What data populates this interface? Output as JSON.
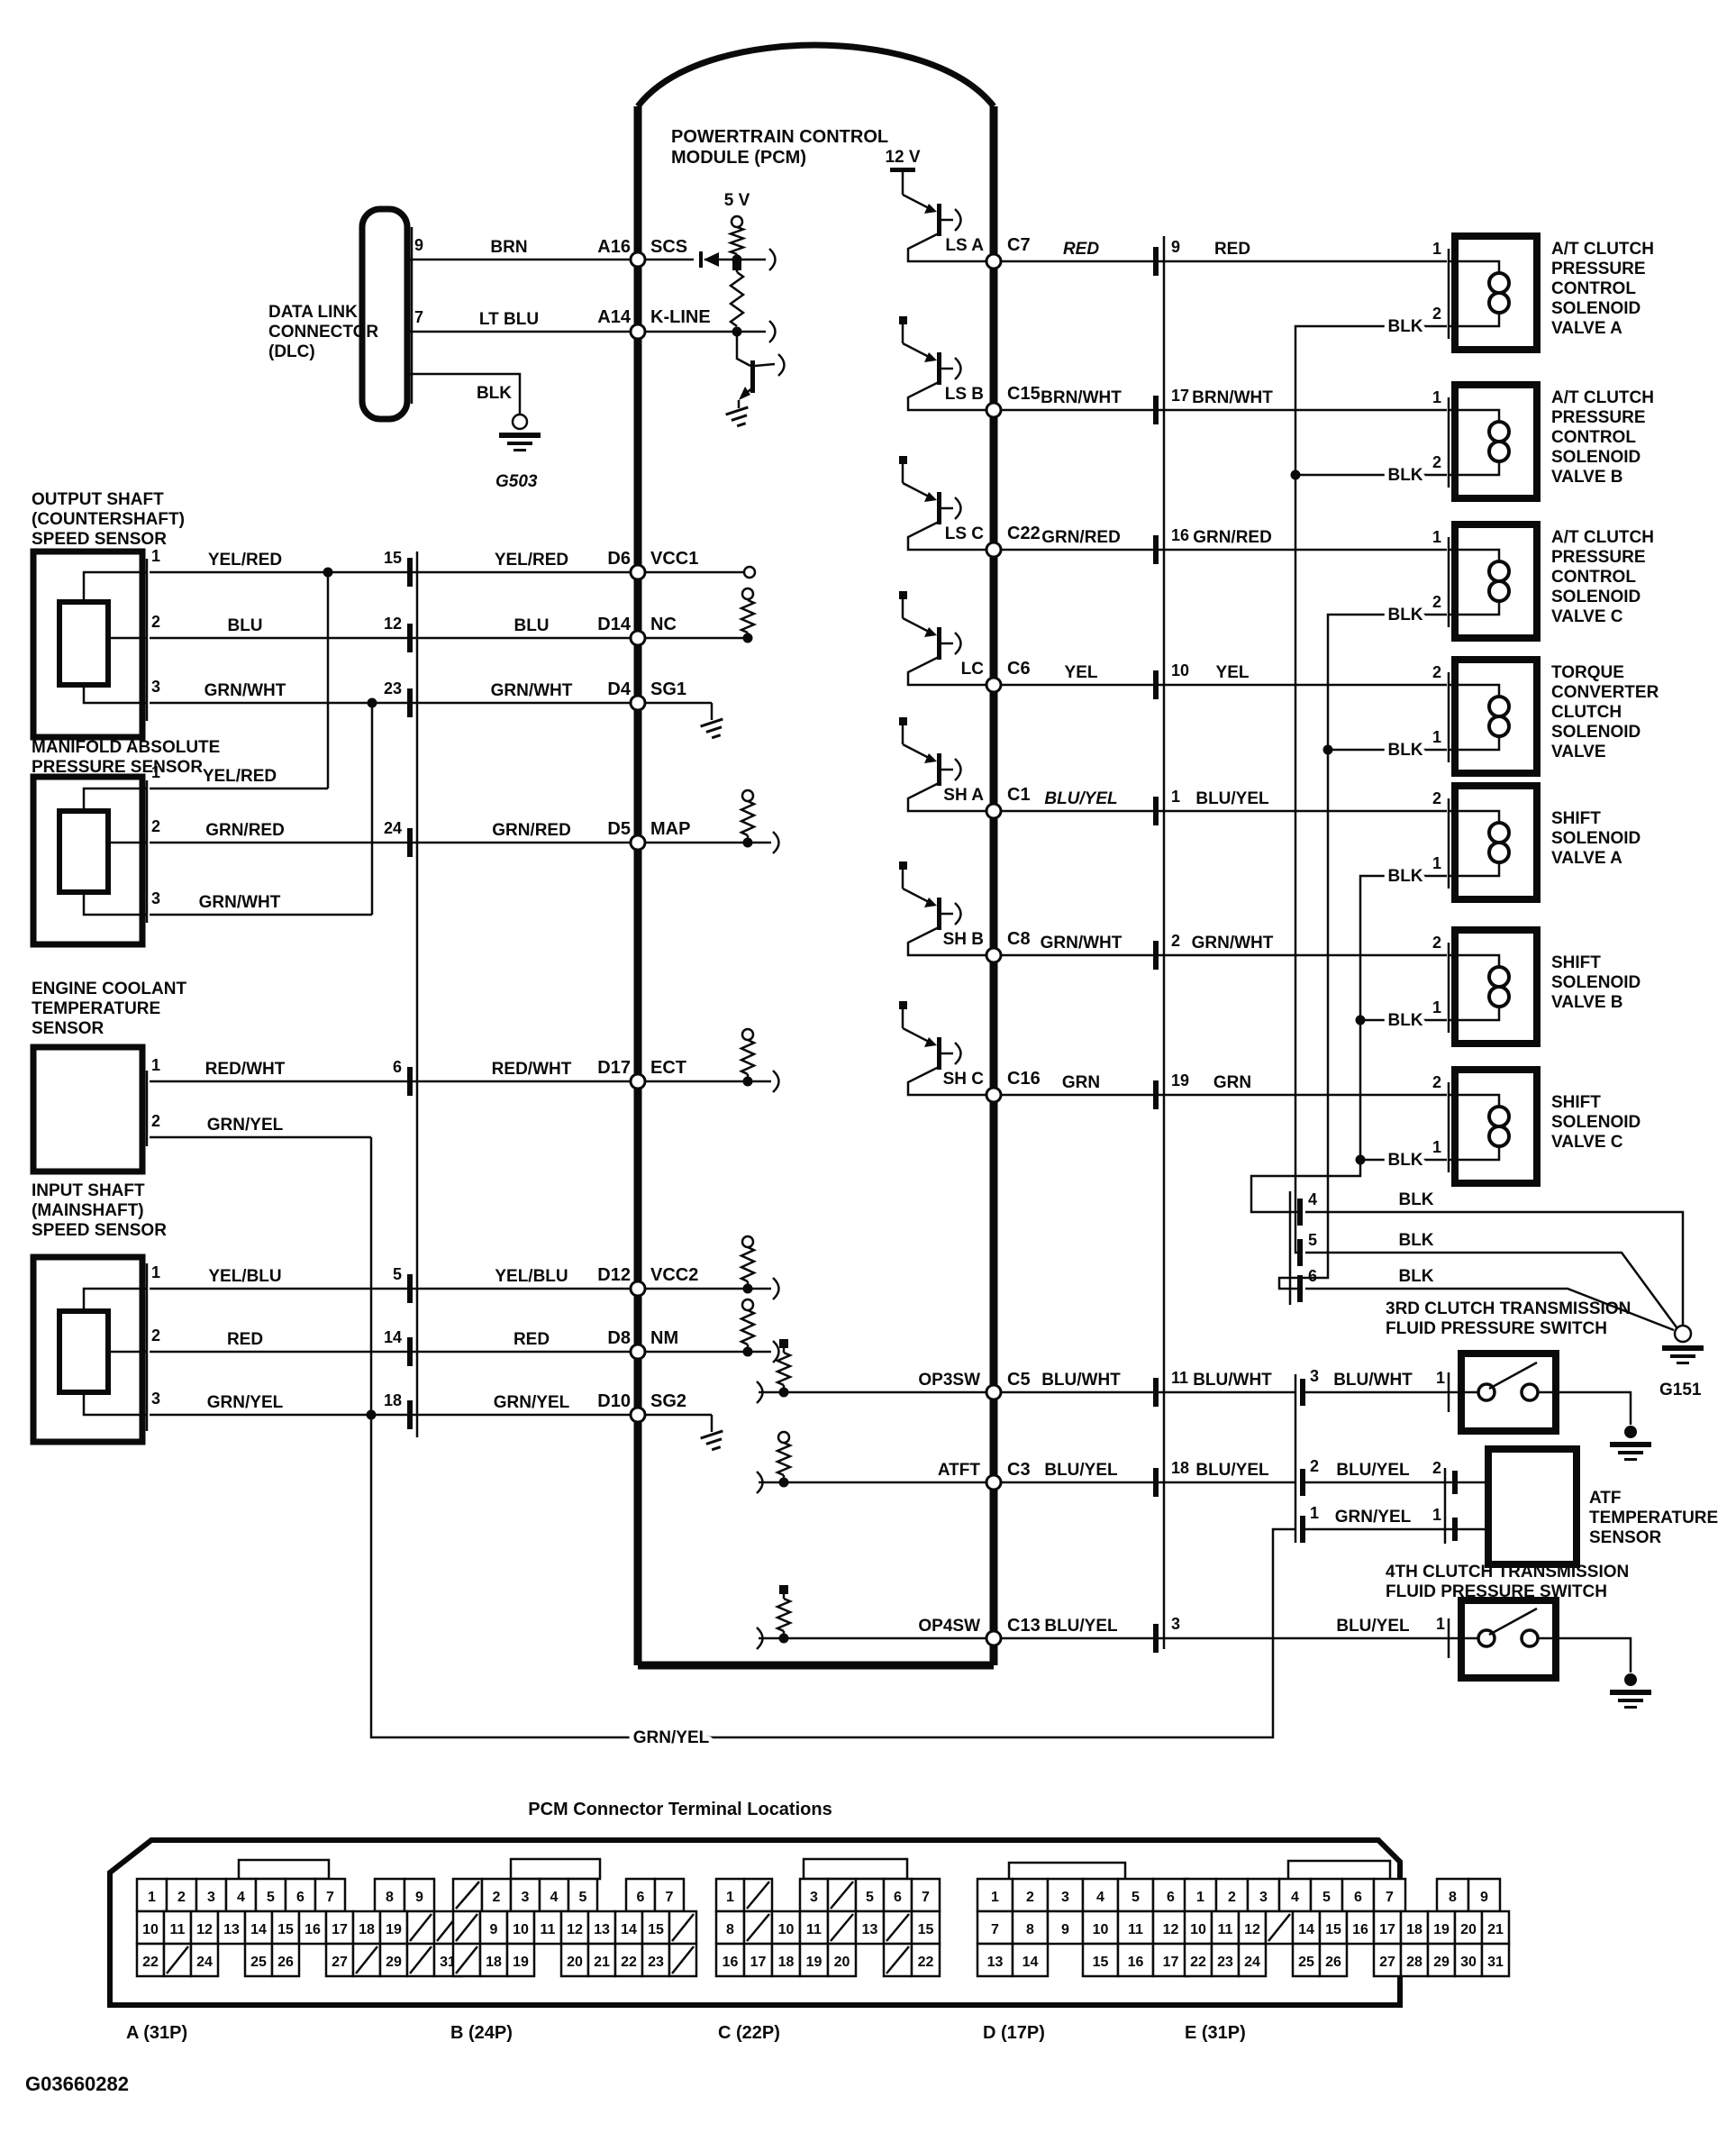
{
  "drawing_number": "G03660282",
  "pcm": {
    "name": [
      "POWERTRAIN CONTROL",
      "MODULE (PCM)"
    ],
    "supply_5v": "5 V",
    "supply_12v": "12 V",
    "pins_left": [
      {
        "id": "A16",
        "signal": "SCS"
      },
      {
        "id": "A14",
        "signal": "K-LINE"
      },
      {
        "id": "D6",
        "signal": "VCC1"
      },
      {
        "id": "D14",
        "signal": "NC"
      },
      {
        "id": "D4",
        "signal": "SG1"
      },
      {
        "id": "D5",
        "signal": "MAP"
      },
      {
        "id": "D17",
        "signal": "ECT"
      },
      {
        "id": "D12",
        "signal": "VCC2"
      },
      {
        "id": "D8",
        "signal": "NM"
      },
      {
        "id": "D10",
        "signal": "SG2"
      }
    ]
  },
  "dlc": {
    "name": [
      "DATA LINK",
      "CONNECTOR",
      "(DLC)"
    ],
    "rows": [
      {
        "pin": "9",
        "wire": "BRN"
      },
      {
        "pin": "7",
        "wire": "LT BLU"
      }
    ],
    "ground_wire": "BLK",
    "ground": "G503"
  },
  "sensors": [
    {
      "name": [
        "OUTPUT SHAFT",
        "(COUNTERSHAFT)",
        "SPEED SENSOR"
      ],
      "rows": [
        {
          "pin": "1",
          "wire": "YEL/RED",
          "conn": "15",
          "wire2": "YEL/RED"
        },
        {
          "pin": "2",
          "wire": "BLU",
          "conn": "12",
          "wire2": "BLU"
        },
        {
          "pin": "3",
          "wire": "GRN/WHT",
          "conn": "23",
          "wire2": "GRN/WHT"
        }
      ]
    },
    {
      "name": [
        "MANIFOLD ABSOLUTE",
        "PRESSURE SENSOR"
      ],
      "rows": [
        {
          "pin": "1",
          "wire": "YEL/RED"
        },
        {
          "pin": "2",
          "wire": "GRN/RED",
          "conn": "24",
          "wire2": "GRN/RED"
        },
        {
          "pin": "3",
          "wire": "GRN/WHT"
        }
      ]
    },
    {
      "name": [
        "ENGINE COOLANT",
        "TEMPERATURE",
        "SENSOR"
      ],
      "rows": [
        {
          "pin": "1",
          "wire": "RED/WHT",
          "conn": "6",
          "wire2": "RED/WHT"
        },
        {
          "pin": "2",
          "wire": "GRN/YEL"
        }
      ]
    },
    {
      "name": [
        "INPUT SHAFT",
        "(MAINSHAFT)",
        "SPEED SENSOR"
      ],
      "rows": [
        {
          "pin": "1",
          "wire": "YEL/BLU",
          "conn": "5",
          "wire2": "YEL/BLU"
        },
        {
          "pin": "2",
          "wire": "RED",
          "conn": "14",
          "wire2": "RED"
        },
        {
          "pin": "3",
          "wire": "GRN/YEL",
          "conn": "18",
          "wire2": "GRN/YEL"
        }
      ]
    }
  ],
  "drivers": [
    {
      "name": "LS A",
      "pin": "C7",
      "wire": "RED",
      "conn": "9",
      "wire2": "RED"
    },
    {
      "name": "LS B",
      "pin": "C15",
      "wire": "BRN/WHT",
      "conn": "17",
      "wire2": "BRN/WHT"
    },
    {
      "name": "LS C",
      "pin": "C22",
      "wire": "GRN/RED",
      "conn": "16",
      "wire2": "GRN/RED"
    },
    {
      "name": "LC",
      "pin": "C6",
      "wire": "YEL",
      "conn": "10",
      "wire2": "YEL"
    },
    {
      "name": "SH A",
      "pin": "C1",
      "wire": "BLU/YEL",
      "conn": "1",
      "wire2": "BLU/YEL"
    },
    {
      "name": "SH B",
      "pin": "C8",
      "wire": "GRN/WHT",
      "conn": "2",
      "wire2": "GRN/WHT"
    },
    {
      "name": "SH C",
      "pin": "C16",
      "wire": "GRN",
      "conn": "19",
      "wire2": "GRN"
    }
  ],
  "inputs": [
    {
      "name": "OP3SW",
      "pin": "C5",
      "wire": "BLU/WHT",
      "conn": "11",
      "wire2": "BLU/WHT"
    },
    {
      "name": "ATFT",
      "pin": "C3",
      "wire": "BLU/YEL",
      "conn": "18",
      "wire2": "BLU/YEL"
    },
    {
      "name": "OP4SW",
      "pin": "C13",
      "wire": "BLU/YEL",
      "conn": "3"
    }
  ],
  "valves": [
    {
      "pin_top": "1",
      "pin_bottom": "2",
      "ground_wire": "BLK",
      "name": [
        "A/T CLUTCH",
        "PRESSURE",
        "CONTROL",
        "SOLENOID",
        "VALVE A"
      ]
    },
    {
      "pin_top": "1",
      "pin_bottom": "2",
      "ground_wire": "BLK",
      "name": [
        "A/T CLUTCH",
        "PRESSURE",
        "CONTROL",
        "SOLENOID",
        "VALVE B"
      ]
    },
    {
      "pin_top": "1",
      "pin_bottom": "2",
      "ground_wire": "BLK",
      "name": [
        "A/T CLUTCH",
        "PRESSURE",
        "CONTROL",
        "SOLENOID",
        "VALVE C"
      ]
    },
    {
      "pin_top": "2",
      "pin_bottom": "1",
      "ground_wire": "BLK",
      "name": [
        "TORQUE",
        "CONVERTER",
        "CLUTCH",
        "SOLENOID",
        "VALVE"
      ]
    },
    {
      "pin_top": "2",
      "pin_bottom": "1",
      "ground_wire": "BLK",
      "name": [
        "SHIFT",
        "SOLENOID",
        "VALVE A"
      ]
    },
    {
      "pin_top": "2",
      "pin_bottom": "1",
      "ground_wire": "BLK",
      "name": [
        "SHIFT",
        "SOLENOID",
        "VALVE B"
      ]
    },
    {
      "pin_top": "2",
      "pin_bottom": "1",
      "ground_wire": "BLK",
      "name": [
        "SHIFT",
        "SOLENOID",
        "VALVE C"
      ]
    }
  ],
  "blk_returns": [
    {
      "conn": "4",
      "wire": "BLK"
    },
    {
      "conn": "5",
      "wire": "BLK"
    },
    {
      "conn": "6",
      "wire": "BLK"
    }
  ],
  "ground_right": "G151",
  "switch_3rd": {
    "name": [
      "3RD CLUTCH TRANSMISSION",
      "FLUID PRESSURE SWITCH"
    ],
    "conn": "3",
    "wire": "BLU/WHT",
    "pin": "1"
  },
  "atf": {
    "name": [
      "ATF",
      "TEMPERATURE",
      "SENSOR"
    ],
    "rows": [
      {
        "conn": "2",
        "wire": "BLU/YEL",
        "pin": "2"
      },
      {
        "conn": "1",
        "wire": "GRN/YEL",
        "pin": "1"
      }
    ]
  },
  "switch_4th": {
    "name": [
      "4TH CLUTCH TRANSMISSION",
      "FLUID PRESSURE SWITCH"
    ],
    "wire": "BLU/YEL",
    "pin": "1"
  },
  "bottom_wire": "GRN/YEL",
  "table": {
    "title": "PCM Connector Terminal Locations",
    "connectors": [
      {
        "label": "A (31P)",
        "rows": [
          [
            "1",
            "2",
            "3",
            "4",
            "5",
            "6",
            "7",
            "",
            "8",
            "9"
          ],
          [
            "10",
            "11",
            "12",
            "13",
            "14",
            "15",
            "16",
            "17",
            "18",
            "19",
            "/",
            "/"
          ],
          [
            "22",
            "/",
            "24",
            "",
            "25",
            "26",
            "",
            "27",
            "/",
            "29",
            "/",
            "31"
          ]
        ]
      },
      {
        "label": "B (24P)",
        "rows": [
          [
            "/",
            "2",
            "3",
            "4",
            "5",
            "",
            "6",
            "7"
          ],
          [
            "/",
            "9",
            "10",
            "11",
            "12",
            "13",
            "14",
            "15",
            "/"
          ],
          [
            "/",
            "18",
            "19",
            "",
            "20",
            "21",
            "22",
            "23",
            "/"
          ]
        ]
      },
      {
        "label": "C (22P)",
        "rows": [
          [
            "1",
            "/",
            "",
            "3",
            "/",
            "5",
            "6",
            "7"
          ],
          [
            "8",
            "/",
            "10",
            "11",
            "/",
            "13",
            "/",
            "15"
          ],
          [
            "16",
            "17",
            "18",
            "19",
            "20",
            "",
            "/",
            "22"
          ]
        ]
      },
      {
        "label": "D (17P)",
        "rows": [
          [
            "1",
            "2",
            "3",
            "4",
            "5",
            "6"
          ],
          [
            "7",
            "8",
            "9",
            "10",
            "11",
            "12"
          ],
          [
            "13",
            "14",
            "",
            "15",
            "16",
            "17"
          ]
        ]
      },
      {
        "label": "E (31P)",
        "rows": [
          [
            "1",
            "2",
            "3",
            "4",
            "5",
            "6",
            "7",
            "",
            "8",
            "9"
          ],
          [
            "10",
            "11",
            "12",
            "/",
            "14",
            "15",
            "16",
            "17",
            "18",
            "19",
            "20",
            "21"
          ],
          [
            "22",
            "23",
            "24",
            "",
            "25",
            "26",
            "",
            "27",
            "28",
            "29",
            "30",
            "31"
          ]
        ]
      }
    ]
  }
}
